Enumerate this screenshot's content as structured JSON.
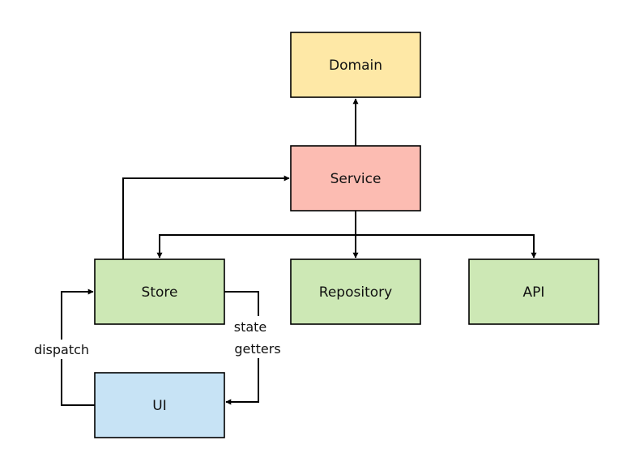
{
  "nodes": {
    "domain": {
      "label": "Domain",
      "color": "#fee8a6"
    },
    "service": {
      "label": "Service",
      "color": "#fcbcb2"
    },
    "store": {
      "label": "Store",
      "color": "#cde8b5"
    },
    "repository": {
      "label": "Repository",
      "color": "#cde8b5"
    },
    "api": {
      "label": "API",
      "color": "#cde8b5"
    },
    "ui": {
      "label": "UI",
      "color": "#c7e3f5"
    }
  },
  "edges": {
    "dispatch": {
      "label": "dispatch"
    },
    "state_getters": {
      "label_line1": "state",
      "label_line2": "getters"
    }
  }
}
